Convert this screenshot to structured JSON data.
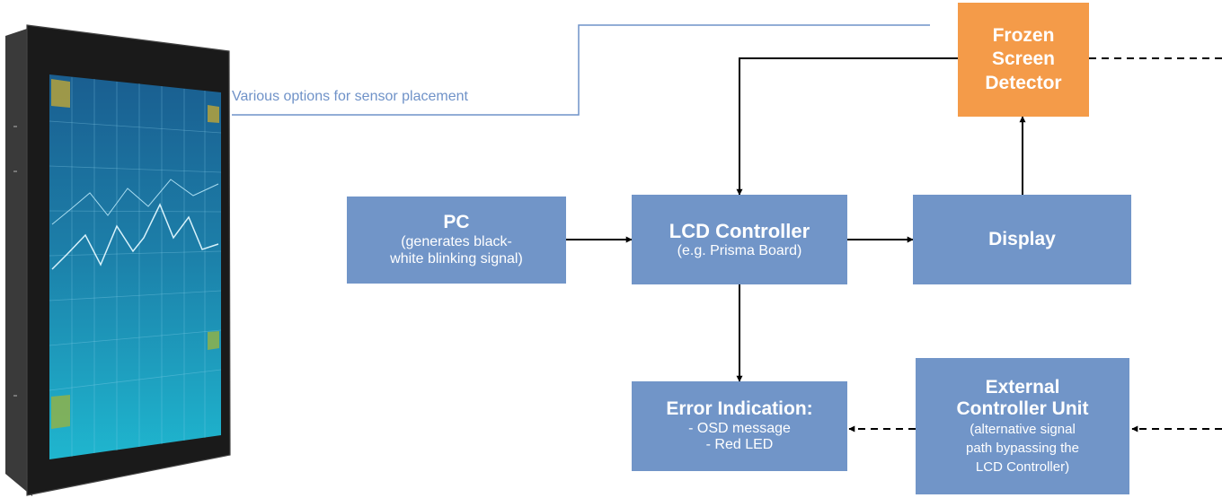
{
  "diagram": {
    "note": "Various options for sensor placement",
    "nodes": {
      "pc": {
        "title": "PC",
        "lines": [
          "(generates black-",
          "white blinking signal)"
        ]
      },
      "lcd": {
        "title": "LCD Controller",
        "lines": [
          "(e.g. Prisma Board)"
        ]
      },
      "display": {
        "title": "Display"
      },
      "frozen": {
        "title_lines": [
          "Frozen",
          "Screen",
          "Detector"
        ]
      },
      "error": {
        "title": "Error Indication:",
        "lines": [
          "- OSD message",
          "- Red LED"
        ]
      },
      "ext": {
        "title_lines": [
          "External",
          "Controller Unit"
        ],
        "lines": [
          "(alternative signal",
          "path bypassing the",
          "LCD Controller)"
        ]
      }
    },
    "edges": [
      {
        "from": "pc",
        "to": "lcd",
        "style": "solid"
      },
      {
        "from": "lcd",
        "to": "display",
        "style": "solid"
      },
      {
        "from": "display",
        "to": "frozen",
        "style": "solid"
      },
      {
        "from": "frozen",
        "to": "lcd",
        "style": "solid"
      },
      {
        "from": "lcd",
        "to": "error",
        "style": "solid"
      },
      {
        "from": "ext",
        "to": "error",
        "style": "dashed"
      },
      {
        "from": "frozen",
        "to": "ext",
        "style": "dashed"
      }
    ],
    "colors": {
      "node": "#7195c8",
      "detector": "#f49b49",
      "note_line": "#6f92c8",
      "arrow": "#000000"
    }
  }
}
